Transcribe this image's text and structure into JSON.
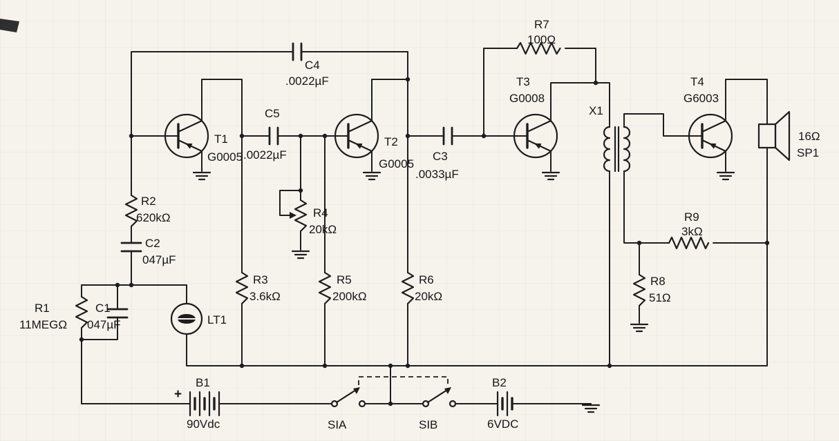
{
  "schematic": {
    "description": "Four-transistor light-beam receiver audio amplifier schematic",
    "ink_color": "#1d1d1d",
    "paper_color": "#f5f3ec",
    "transistors": {
      "t1": {
        "ref": "T1",
        "part": "G0005"
      },
      "t2": {
        "ref": "T2",
        "part": "G0005"
      },
      "t3": {
        "ref": "T3",
        "part": "G0008"
      },
      "t4": {
        "ref": "T4",
        "part": "G6003"
      }
    },
    "resistors": {
      "r1": {
        "ref": "R1",
        "value": "11MEGΩ"
      },
      "r2": {
        "ref": "R2",
        "value": "620kΩ"
      },
      "r3": {
        "ref": "R3",
        "value": "3.6kΩ"
      },
      "r4": {
        "ref": "R4",
        "value": "20kΩ"
      },
      "r5": {
        "ref": "R5",
        "value": "200kΩ"
      },
      "r6": {
        "ref": "R6",
        "value": "20kΩ"
      },
      "r7": {
        "ref": "R7",
        "value": "100Ω"
      },
      "r8": {
        "ref": "R8",
        "value": "51Ω"
      },
      "r9": {
        "ref": "R9",
        "value": "3kΩ"
      }
    },
    "capacitors": {
      "c1": {
        "ref": "C1",
        "value": "047µF"
      },
      "c2": {
        "ref": "C2",
        "value": "047µF"
      },
      "c3": {
        "ref": "C3",
        "value": ".0033µF"
      },
      "c4": {
        "ref": "C4",
        "value": ".0022µF"
      },
      "c5": {
        "ref": "C5",
        "value": ".0022µF"
      }
    },
    "batteries": {
      "b1": {
        "ref": "B1",
        "value": "90Vdc",
        "polarity": "+"
      },
      "b2": {
        "ref": "B2",
        "value": "6VDC"
      }
    },
    "switches": {
      "s1a": {
        "ref": "SIA"
      },
      "s1b": {
        "ref": "SIB"
      }
    },
    "photocell": {
      "ref": "LT1"
    },
    "transformer": {
      "ref": "X1"
    },
    "speaker": {
      "ref": "SP1",
      "impedance": "16Ω"
    }
  }
}
